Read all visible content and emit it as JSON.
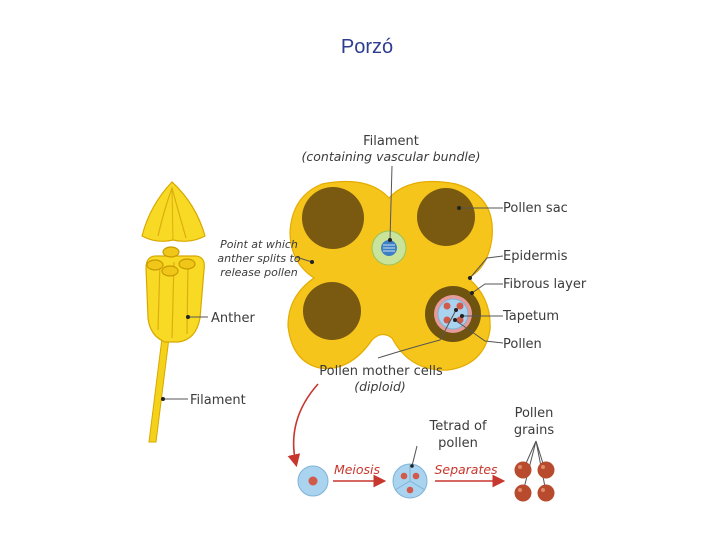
{
  "title": "Porzó",
  "labels": {
    "filament_top_1": "Filament",
    "filament_top_2": "(containing vascular bundle)",
    "point_1": "Point at which",
    "point_2": "anther splits to",
    "point_3": "release pollen",
    "anther": "Anther",
    "filament_left": "Filament",
    "pollen_sac": "Pollen sac",
    "epidermis": "Epidermis",
    "fibrous_layer": "Fibrous layer",
    "tapetum": "Tapetum",
    "pollen": "Pollen",
    "mother_cells_1": "Pollen mother cells",
    "mother_cells_2": "(diploid)",
    "tetrad_1": "Tetrad of",
    "tetrad_2": "pollen",
    "grains_1": "Pollen",
    "grains_2": "grains",
    "meiosis": "Meiosis",
    "separates": "Separates"
  },
  "colors": {
    "title": "#2e3d8f",
    "anther_yellow": "#f7d81a",
    "anther_outline": "#d9a800",
    "pollen_sac_brown": "#7a5a10",
    "arrow_red": "#c8372d",
    "cell_blue": "#a9d3ee",
    "pollen_grain": "#b84a2e"
  }
}
